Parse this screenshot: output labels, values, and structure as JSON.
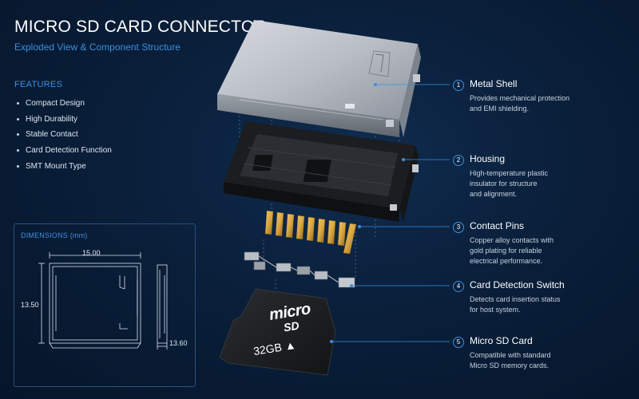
{
  "header": {
    "title": "MICRO SD CARD CONNECTOR",
    "subtitle": "Exploded View & Component Structure"
  },
  "features": {
    "heading": "FEATURES",
    "items": [
      "Compact Design",
      "High Durability",
      "Stable Contact",
      "Card Detection Function",
      "SMT Mount Type"
    ]
  },
  "dimensions": {
    "heading": "DIMENSIONS (mm)",
    "width": "15.00",
    "height": "13.50",
    "depth": "13.60"
  },
  "components": [
    {
      "number": "1",
      "title": "Metal Shell",
      "desc": [
        "Provides mechanical protection",
        "and EMI shielding."
      ]
    },
    {
      "number": "2",
      "title": "Housing",
      "desc": [
        "High-temperature plastic",
        "insulator for structure",
        "and alignment."
      ]
    },
    {
      "number": "3",
      "title": "Contact Pins",
      "desc": [
        "Copper alloy contacts with",
        "gold plating for reliable",
        "electrical performance."
      ]
    },
    {
      "number": "4",
      "title": "Card Detection Switch",
      "desc": [
        "Detects card insertion status",
        "for host system."
      ]
    },
    {
      "number": "5",
      "title": "Micro SD Card",
      "desc": [
        "Compatible with standard",
        "Micro SD memory cards."
      ]
    }
  ],
  "card": {
    "brand": "micro",
    "logo": "SD",
    "capacity": "32GB ▲"
  },
  "colors": {
    "accent": "#3a8fe0",
    "background": "#0a1f3a",
    "gold": "#d9a640"
  }
}
